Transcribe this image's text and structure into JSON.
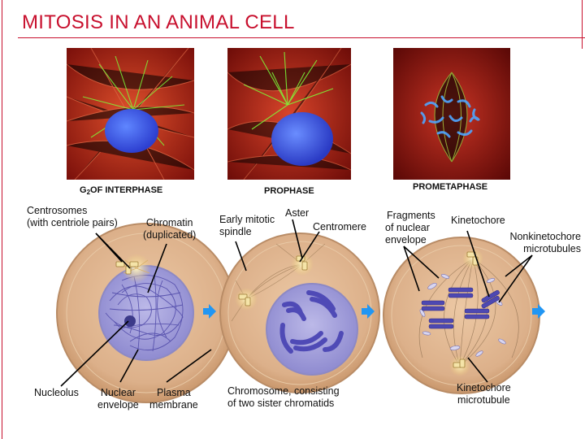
{
  "title": "MITOSIS IN AN ANIMAL CELL",
  "stages": {
    "g2": {
      "label": "G",
      "sub": "2",
      "rest": "OF INTERPHASE"
    },
    "prophase": "PROPHASE",
    "prometaphase": "PROMETAPHASE"
  },
  "labels": {
    "centrosomes_1": "Centrosomes",
    "centrosomes_2": "(with centriole pairs)",
    "chromatin_1": "Chromatin",
    "chromatin_2": "(duplicated)",
    "nucleolus": "Nucleolus",
    "nuclear_env_1": "Nuclear",
    "nuclear_env_2": "envelope",
    "plasma_1": "Plasma",
    "plasma_2": "membrane",
    "early_spindle_1": "Early mitotic",
    "early_spindle_2": "spindle",
    "aster": "Aster",
    "centromere": "Centromere",
    "chromosome_1": "Chromosome, consisting",
    "chromosome_2": "of two sister chromatids",
    "fragments_1": "Fragments",
    "fragments_2": "of nuclear",
    "fragments_3": "envelope",
    "kinetochore": "Kinetochore",
    "nonkinetochore_1": "Nonkinetochore",
    "nonkinetochore_2": "microtubules",
    "kinetochore_mt_1": "Kinetochore",
    "kinetochore_mt_2": "microtubule"
  },
  "colors": {
    "title": "#c8102e",
    "cell_fill": "#ddb58f",
    "cell_edge": "#b98c66",
    "nucleus": "#a9a6dc",
    "chromatin": "#5a55b3",
    "arrow": "#2196f3",
    "micro_bg": "#c0281a",
    "micro_dna": "#3a6cff",
    "micro_tubule": "#7dff3a"
  }
}
